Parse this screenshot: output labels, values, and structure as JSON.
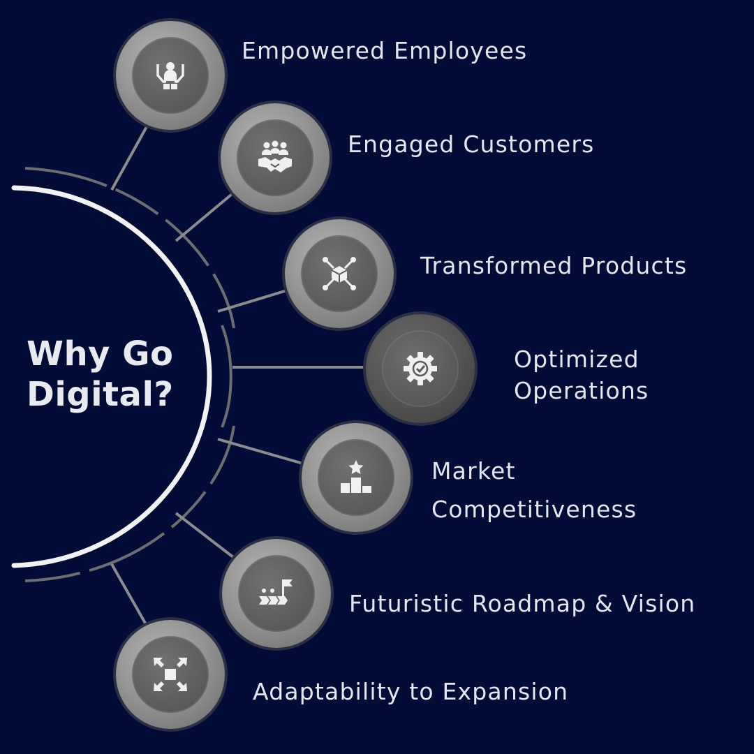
{
  "center": {
    "line1": "Why Go",
    "line2": "Digital?"
  },
  "items": [
    {
      "label": "Empowered Employees",
      "icon": "people-support-icon"
    },
    {
      "label": "Engaged Customers",
      "icon": "handshake-icon"
    },
    {
      "label": "Transformed Products",
      "icon": "network-cube-icon"
    },
    {
      "line1": "Optimized",
      "line2": "Operations",
      "icon": "gear-check-icon"
    },
    {
      "line1": "Market",
      "line2": "Competitiveness",
      "icon": "podium-star-icon"
    },
    {
      "label": "Futuristic Roadmap & Vision",
      "icon": "roadmap-flag-icon"
    },
    {
      "label": "Adaptability to Expansion",
      "icon": "expand-arrows-icon"
    }
  ],
  "colors": {
    "background": "#020c37",
    "text": "#e6e7ee",
    "main_arc": "#f2f2f2",
    "connector": "#8c8c8c",
    "node_ring": "#9a9a9a",
    "node_inner": "#5a5a5a"
  }
}
